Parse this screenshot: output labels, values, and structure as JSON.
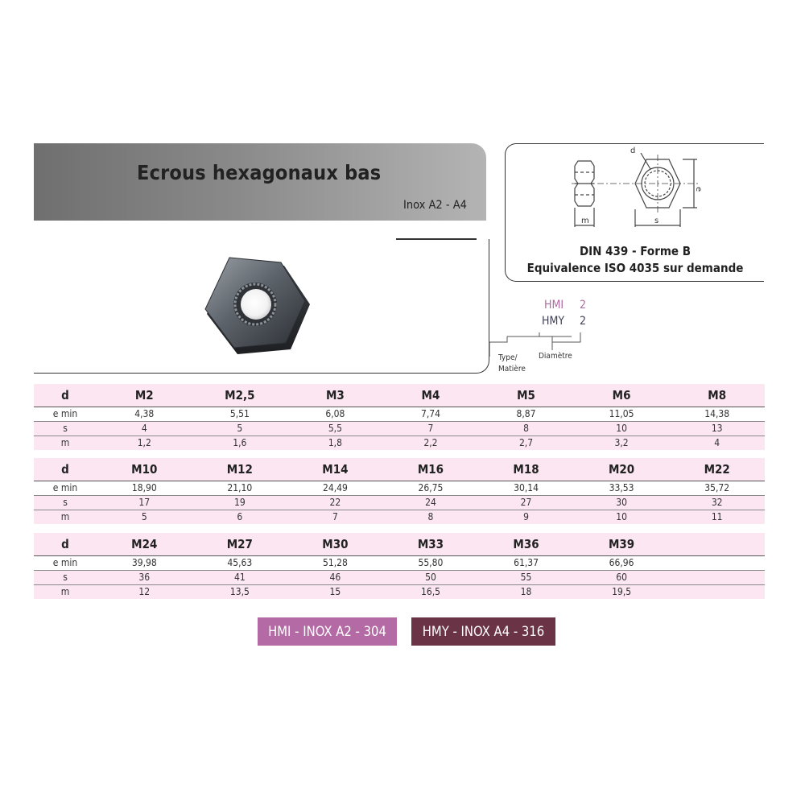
{
  "header": {
    "title": "Ecrous hexagonaux bas",
    "subtitle": "Inox A2 - A4"
  },
  "drawing": {
    "labels": {
      "d": "d",
      "e": "e",
      "m": "m",
      "s": "s"
    },
    "standard_line1": "DIN 439 - Forme B",
    "standard_line2": "Equivalence ISO 4035 sur demande"
  },
  "code_legend": {
    "code1": "HMI",
    "code1_num": "2",
    "code2": "HMY",
    "code2_num": "2",
    "type_label_line1": "Type/",
    "type_label_line2": "Matière",
    "diameter_label": "Diamètre"
  },
  "tables": [
    {
      "d": [
        "d",
        "M2",
        "M2,5",
        "M3",
        "M4",
        "M5",
        "M6",
        "M8"
      ],
      "e": [
        "e min",
        "4,38",
        "5,51",
        "6,08",
        "7,74",
        "8,87",
        "11,05",
        "14,38"
      ],
      "s": [
        "s",
        "4",
        "5",
        "5,5",
        "7",
        "8",
        "10",
        "13"
      ],
      "m": [
        "m",
        "1,2",
        "1,6",
        "1,8",
        "2,2",
        "2,7",
        "3,2",
        "4"
      ]
    },
    {
      "d": [
        "d",
        "M10",
        "M12",
        "M14",
        "M16",
        "M18",
        "M20",
        "M22"
      ],
      "e": [
        "e min",
        "18,90",
        "21,10",
        "24,49",
        "26,75",
        "30,14",
        "33,53",
        "35,72"
      ],
      "s": [
        "s",
        "17",
        "19",
        "22",
        "24",
        "27",
        "30",
        "32"
      ],
      "m": [
        "m",
        "5",
        "6",
        "7",
        "8",
        "9",
        "10",
        "11"
      ]
    },
    {
      "d": [
        "d",
        "M24",
        "M27",
        "M30",
        "M33",
        "M36",
        "M39",
        ""
      ],
      "e": [
        "e min",
        "39,98",
        "45,63",
        "51,28",
        "55,80",
        "61,37",
        "66,96",
        ""
      ],
      "s": [
        "s",
        "36",
        "41",
        "46",
        "50",
        "55",
        "60",
        ""
      ],
      "m": [
        "m",
        "12",
        "13,5",
        "15",
        "16,5",
        "18",
        "19,5",
        ""
      ]
    }
  ],
  "badges": {
    "a2": "HMI - INOX A2 - 304",
    "a4": "HMY - INOX A4 - 316"
  },
  "colors": {
    "table_tint": "#fbe6f2",
    "badge_a2": "#b46aa4",
    "badge_a4": "#6b3346",
    "code1": "#b06aa2",
    "code2": "#3f3f55"
  }
}
